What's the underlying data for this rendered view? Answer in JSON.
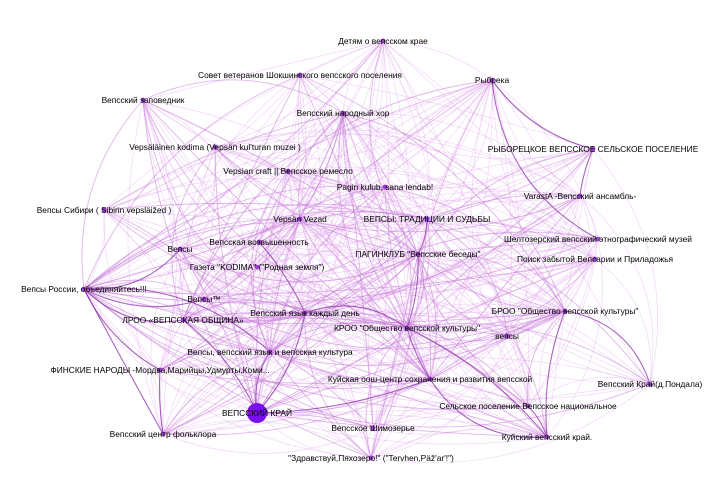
{
  "graph": {
    "colors": {
      "edge_light": "#e2a6ee",
      "edge_mid": "#c77ad8",
      "edge_dark": "#8b32a8",
      "node": "#9b3fd0",
      "node_big": "#7a10f0"
    },
    "nodes": [
      {
        "id": "n0",
        "label": "Детям о вепсском крае"
      },
      {
        "id": "n1",
        "label": "Совет ветеранов Шокшинского вепсского поселения"
      },
      {
        "id": "n2",
        "label": "Рыбрека"
      },
      {
        "id": "n3",
        "label": "Вепсский заповедник"
      },
      {
        "id": "n4",
        "label": "Вепсский народный хор"
      },
      {
        "id": "n5",
        "label": "РЫБОРЕЦКОЕ ВЕПССКОЕ СЕЛЬСКОЕ ПОСЕЛЕНИЕ"
      },
      {
        "id": "n6",
        "label": "Vepsäläinen kodima (Vepsän kul'turan muzei )"
      },
      {
        "id": "n7",
        "label": "Vepsian craft || Вепсское ремесло"
      },
      {
        "id": "n8",
        "label": "Pagin kulub, sana lendab!"
      },
      {
        "id": "n9",
        "label": "VarastA -Вепсский ансамбль-"
      },
      {
        "id": "n10",
        "label": "Вепсы Сибири ( Sibirin vepsläižed )"
      },
      {
        "id": "n11",
        "label": "Vepsän Vezad"
      },
      {
        "id": "n12",
        "label": "ВЕПСЫ: ТРАДИЦИИ И СУДЬБЫ"
      },
      {
        "id": "n13",
        "label": "Шелтозерский вепсский этнографический музей"
      },
      {
        "id": "n14",
        "label": "Вепсская возвышенность"
      },
      {
        "id": "n15",
        "label": "Вепсы"
      },
      {
        "id": "n16",
        "label": "ПАГИНКЛУБ \"Вепсские беседы\""
      },
      {
        "id": "n17",
        "label": "Поиск забытой Вепсарии и Приладожья"
      },
      {
        "id": "n18",
        "label": "Газета \"KODIMA\" (\"Родная земля\")"
      },
      {
        "id": "n19",
        "label": "Вепсы России, объединяйтесь!!!"
      },
      {
        "id": "n20",
        "label": "Вепсы™"
      },
      {
        "id": "n21",
        "label": "БРОО \"Общество вепсской культуры\""
      },
      {
        "id": "n22",
        "label": "Вепсский язык каждый день"
      },
      {
        "id": "n23",
        "label": "ЛРОО «ВЕПССКАЯ ОБЩИНА»"
      },
      {
        "id": "n24",
        "label": "КРОО \"Общество вепсской культуры\""
      },
      {
        "id": "n25",
        "label": "вепсы"
      },
      {
        "id": "n26",
        "label": "Вепсы, вепсский язык и вепсская культура"
      },
      {
        "id": "n27",
        "label": "ФИНСКИЕ НАРОДЫ -Мордва,Марийцы,Удмурты,Коми..."
      },
      {
        "id": "n28",
        "label": "Куйская оош-центр сохранения и развития вепсской"
      },
      {
        "id": "n29",
        "label": "Вепсский Край(д.Пондала)"
      },
      {
        "id": "n30",
        "label": "Сельское поселение Вепсское национальное"
      },
      {
        "id": "n31",
        "label": "ВЕПССКИЙ КРАЙ"
      },
      {
        "id": "n32",
        "label": "Вепсское Шимозерье"
      },
      {
        "id": "n33",
        "label": "Вепсский центр фольклора"
      },
      {
        "id": "n34",
        "label": "\"Здравствуй,Пяхозеро!\" (\"Tervhen,Päž'ar'!\")"
      },
      {
        "id": "n35",
        "label": "Куйский вепсский край."
      }
    ]
  }
}
